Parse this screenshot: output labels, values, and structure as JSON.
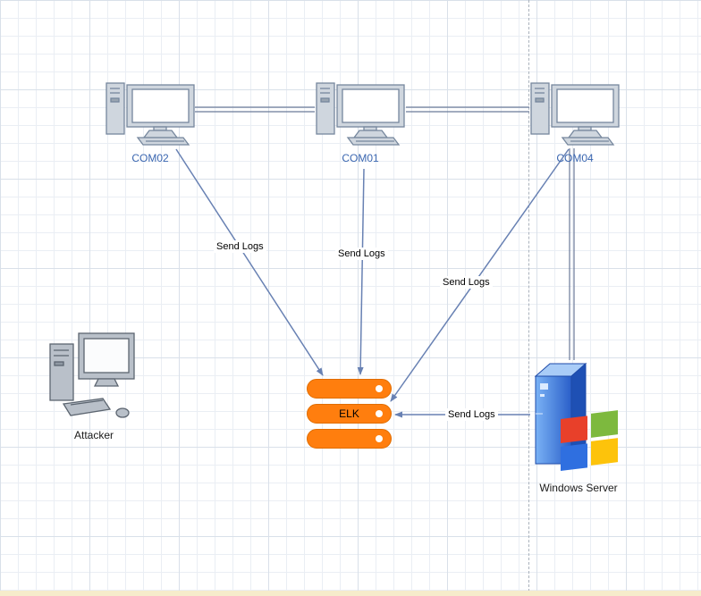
{
  "diagram": {
    "nodes": {
      "com02": {
        "label": "COM02"
      },
      "com01": {
        "label": "COM01"
      },
      "com04": {
        "label": "COM04"
      },
      "attacker": {
        "label": "Attacker"
      },
      "elk": {
        "label": "ELK"
      },
      "windows_server": {
        "label": "Windows Server"
      }
    },
    "edges": [
      {
        "from": "COM02",
        "to": "ELK",
        "label": "Send Logs"
      },
      {
        "from": "COM01",
        "to": "ELK",
        "label": "Send Logs"
      },
      {
        "from": "COM04",
        "to": "ELK",
        "label": "Send Logs"
      },
      {
        "from": "Windows Server",
        "to": "ELK",
        "label": "Send Logs"
      }
    ],
    "links": [
      {
        "from": "COM02",
        "to": "COM01",
        "style": "double-line"
      },
      {
        "from": "COM01",
        "to": "COM04",
        "style": "double-line"
      },
      {
        "from": "COM04",
        "to": "Windows Server",
        "style": "double-line"
      }
    ],
    "colors": {
      "elk_orange": "#FF7E0E",
      "arrow_blue": "#6881B3",
      "link_gray_blue": "#6B7A99",
      "node_label_blue": "#3A66B0",
      "windows_blue": "#3A7BD5"
    }
  }
}
